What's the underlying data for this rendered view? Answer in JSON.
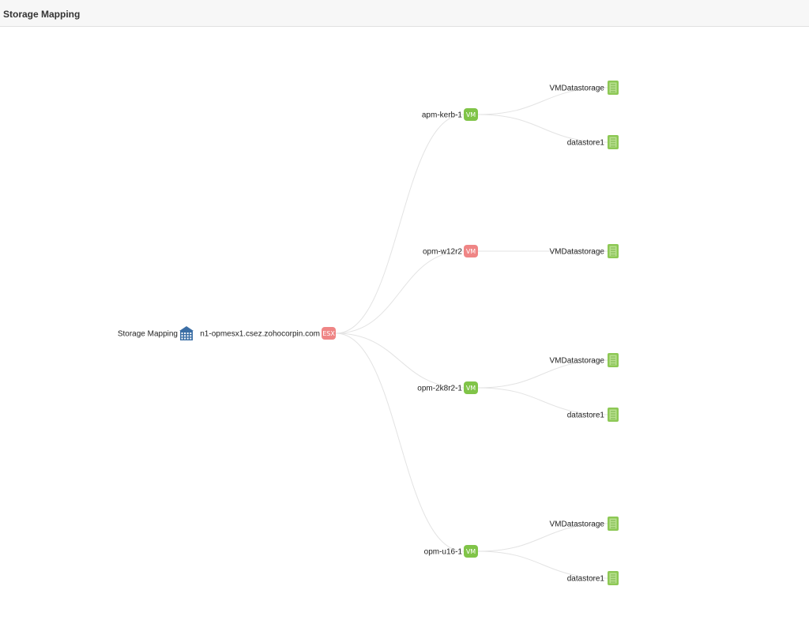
{
  "header": {
    "title": "Storage Mapping"
  },
  "colors": {
    "vm_ok": "#80c448",
    "vm_down": "#ef8585",
    "esx": "#ef8585",
    "datastore": "#8dc855",
    "root_icon": "#3b6ea5",
    "link": "#e3e3e3"
  },
  "tree": {
    "root": {
      "label": "Storage Mapping",
      "icon": "building-icon"
    },
    "host": {
      "label": "n1-opmesx1.csez.zohocorpin.com",
      "badge": "ESX",
      "status": "down"
    },
    "vms": [
      {
        "label": "apm-kerb-1",
        "badge": "VM",
        "status": "up",
        "datastores": [
          {
            "label": "VMDatastorage",
            "icon": "datastore-icon"
          },
          {
            "label": "datastore1",
            "icon": "datastore-icon"
          }
        ]
      },
      {
        "label": "opm-w12r2",
        "badge": "VM",
        "status": "down",
        "datastores": [
          {
            "label": "VMDatastorage",
            "icon": "datastore-icon"
          }
        ]
      },
      {
        "label": "opm-2k8r2-1",
        "badge": "VM",
        "status": "up",
        "datastores": [
          {
            "label": "VMDatastorage",
            "icon": "datastore-icon"
          },
          {
            "label": "datastore1",
            "icon": "datastore-icon"
          }
        ]
      },
      {
        "label": "opm-u16-1",
        "badge": "VM",
        "status": "up",
        "datastores": [
          {
            "label": "VMDatastorage",
            "icon": "datastore-icon"
          },
          {
            "label": "datastore1",
            "icon": "datastore-icon"
          }
        ]
      }
    ]
  }
}
